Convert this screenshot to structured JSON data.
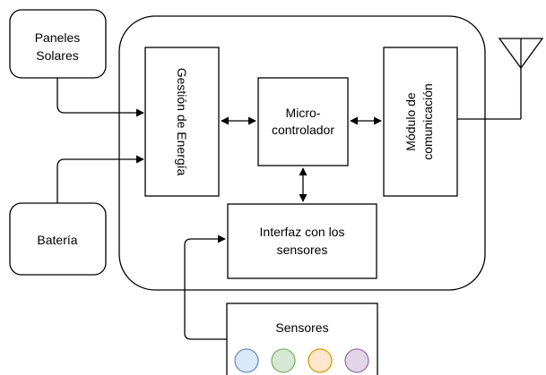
{
  "blocks": {
    "paneles": {
      "line1": "Paneles",
      "line2": "Solares"
    },
    "bateria": {
      "label": "Batería"
    },
    "gestion": {
      "label": "Gestión de Energía"
    },
    "micro": {
      "line1": "Micro-",
      "line2": "controlador"
    },
    "modulo": {
      "line1": "Módulo de",
      "line2": "comunicación"
    },
    "interfaz": {
      "line1": "Interfaz con los",
      "line2": "sensores"
    },
    "sensores": {
      "label": "Sensores"
    }
  },
  "sensor_circles": [
    {
      "fill": "#dae8fc",
      "stroke": "#6c8ebf"
    },
    {
      "fill": "#d5e8d4",
      "stroke": "#82b366"
    },
    {
      "fill": "#ffe6cc",
      "stroke": "#d79b00"
    },
    {
      "fill": "#e1d5e7",
      "stroke": "#9673a6"
    }
  ],
  "colors": {
    "stroke": "#000000",
    "background": "#ffffff"
  }
}
